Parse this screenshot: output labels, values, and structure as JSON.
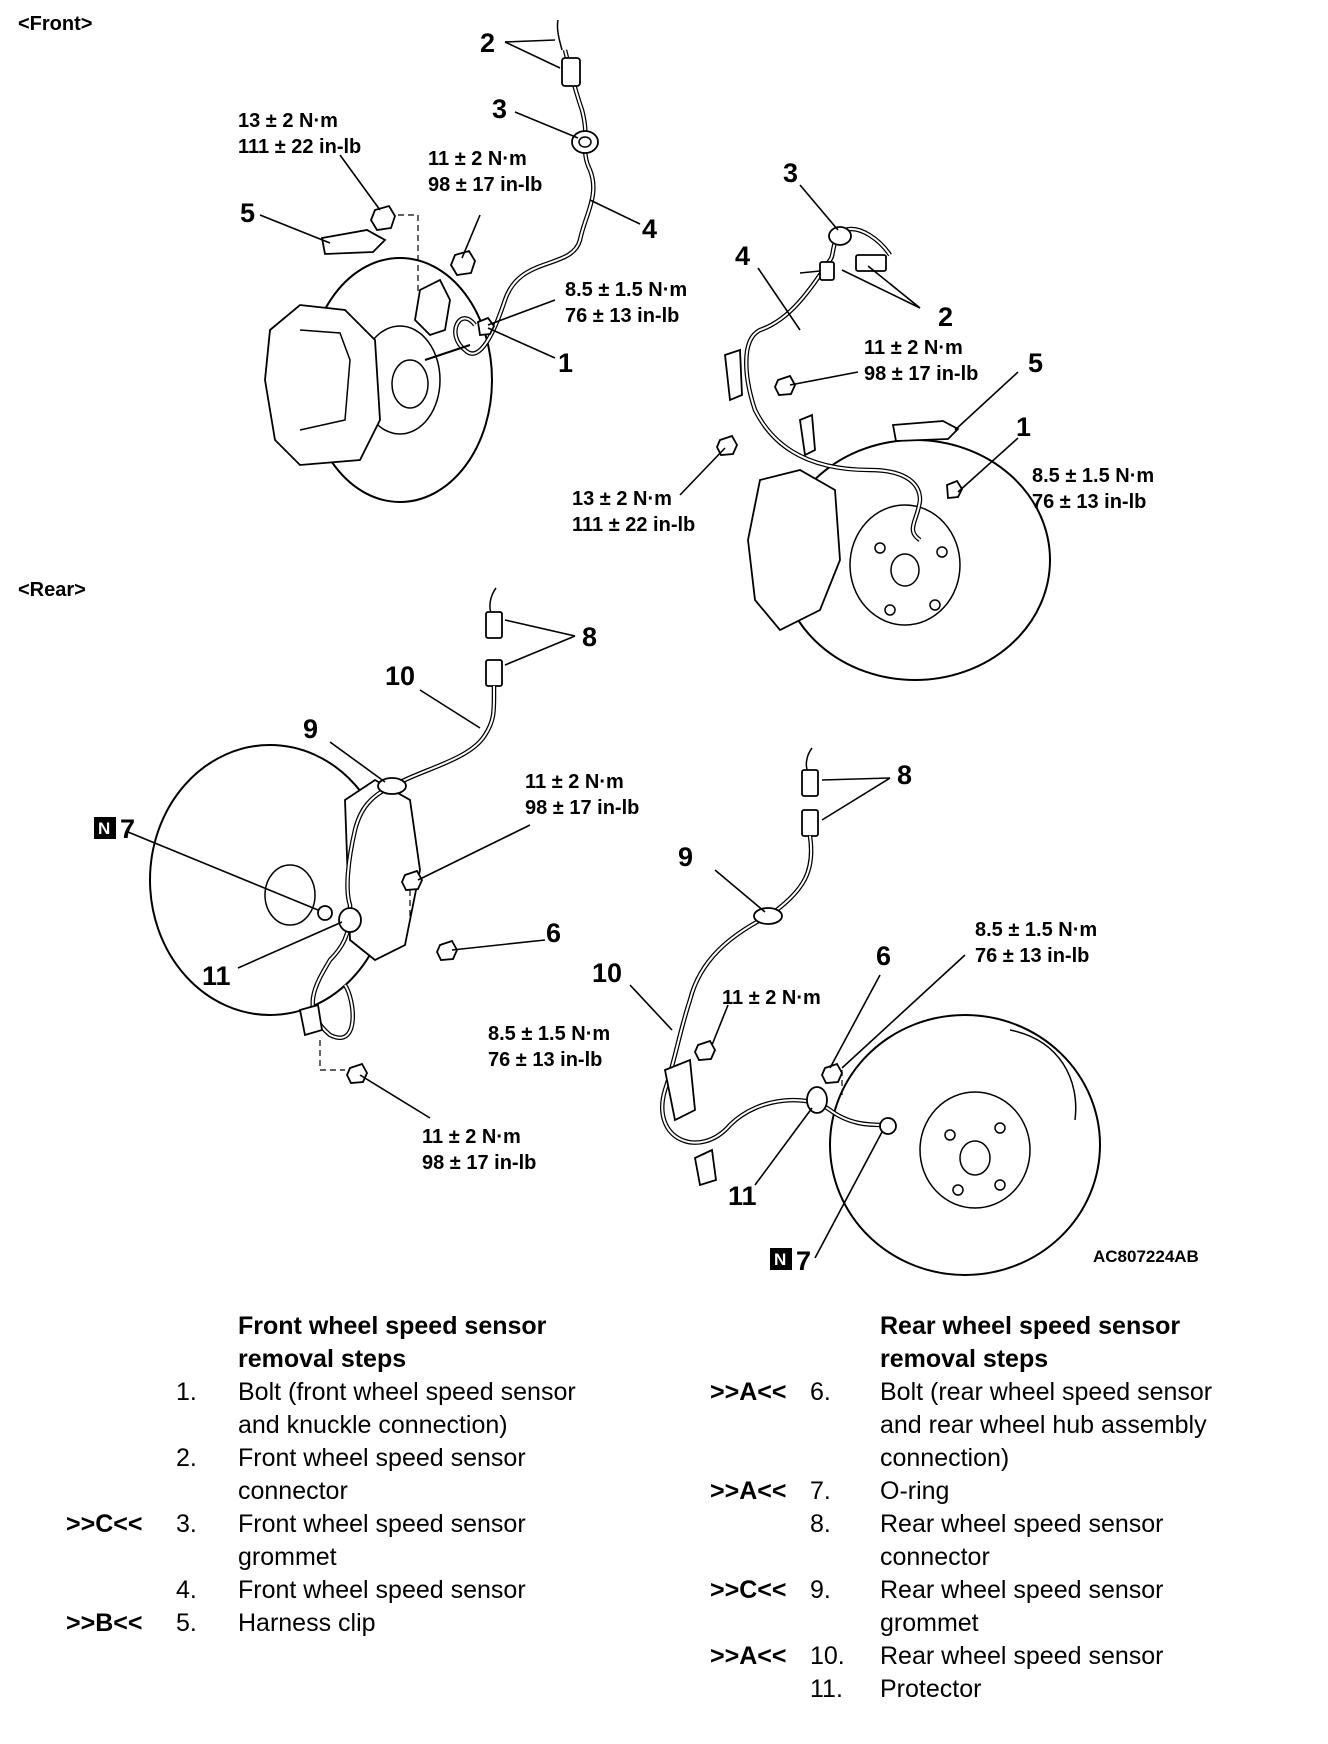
{
  "front": {
    "section_label": "<Front>",
    "callouts": {
      "c1a": "1",
      "c2a": "2",
      "c3a": "3",
      "c4a": "4",
      "c5a": "5",
      "c1b": "1",
      "c2b": "2",
      "c3b": "3",
      "c4b": "4",
      "c5b": "5"
    },
    "torques": {
      "t1": [
        "13 ± 2 N·m",
        "111 ± 22 in-lb"
      ],
      "t2": [
        "11 ± 2 N·m",
        "98 ± 17 in-lb"
      ],
      "t3": [
        "8.5 ± 1.5 N·m",
        "76 ± 13 in-lb"
      ],
      "t4": [
        "11 ± 2 N·m",
        "98 ± 17 in-lb"
      ],
      "t5": [
        "13 ± 2 N·m",
        "111 ± 22 in-lb"
      ],
      "t6": [
        "8.5 ± 1.5 N·m",
        "76 ± 13 in-lb"
      ]
    }
  },
  "rear": {
    "section_label": "<Rear>",
    "callouts": {
      "c8a": "8",
      "c10a": "10",
      "c9a": "9",
      "c7a": "7",
      "c11a": "11",
      "c6a": "6",
      "c8b": "8",
      "c9b": "9",
      "c10b": "10",
      "c6b": "6",
      "c11b": "11",
      "c7b": "7"
    },
    "new_part_mark": "N",
    "torques": {
      "t1": [
        "11 ± 2 N·m",
        "98 ± 17 in-lb"
      ],
      "t2": [
        "8.5 ± 1.5 N·m",
        "76 ± 13 in-lb"
      ],
      "t3": [
        "11 ± 2 N·m",
        "98 ± 17 in-lb"
      ],
      "t4": [
        "8.5 ± 1.5 N·m",
        "76 ± 13 in-lb"
      ],
      "t5": [
        "11 ± 2 N·m"
      ]
    }
  },
  "figure_code": "AC807224AB",
  "front_steps": {
    "title_line1": "Front wheel speed sensor",
    "title_line2": "removal steps",
    "items": [
      {
        "code": "",
        "num": "1.",
        "lines": [
          "Bolt (front wheel speed sensor",
          "and knuckle connection)"
        ]
      },
      {
        "code": "",
        "num": "2.",
        "lines": [
          "Front wheel speed sensor",
          "connector"
        ]
      },
      {
        "code": ">>C<<",
        "num": "3.",
        "lines": [
          "Front wheel speed sensor",
          "grommet"
        ]
      },
      {
        "code": "",
        "num": "4.",
        "lines": [
          "Front wheel speed sensor"
        ]
      },
      {
        "code": ">>B<<",
        "num": "5.",
        "lines": [
          "Harness clip"
        ]
      }
    ]
  },
  "rear_steps": {
    "title_line1": "Rear wheel speed sensor",
    "title_line2": "removal steps",
    "items": [
      {
        "code": ">>A<<",
        "num": "6.",
        "lines": [
          "Bolt (rear wheel speed sensor",
          "and rear wheel hub assembly",
          "connection)"
        ]
      },
      {
        "code": ">>A<<",
        "num": "7.",
        "lines": [
          "O-ring"
        ]
      },
      {
        "code": "",
        "num": "8.",
        "lines": [
          "Rear wheel speed sensor",
          "connector"
        ]
      },
      {
        "code": ">>C<<",
        "num": "9.",
        "lines": [
          "Rear wheel speed sensor",
          "grommet"
        ]
      },
      {
        "code": ">>A<<",
        "num": "10.",
        "lines": [
          "Rear wheel speed sensor"
        ]
      },
      {
        "code": "",
        "num": "11.",
        "lines": [
          "Protector"
        ]
      }
    ]
  }
}
